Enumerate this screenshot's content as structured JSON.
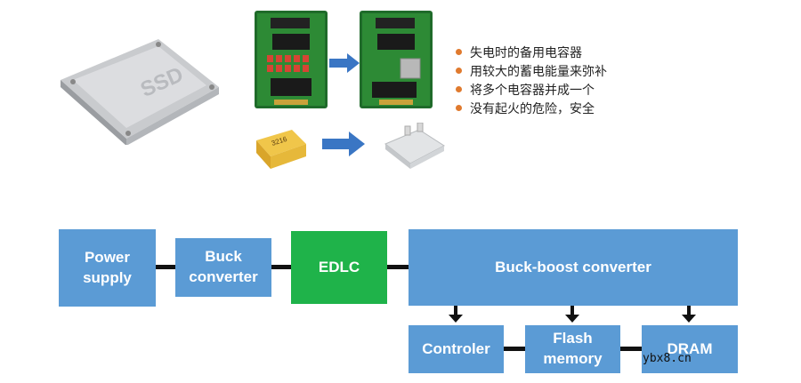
{
  "illustration": {
    "ssd_label": "SSD",
    "cap_label": "3216"
  },
  "bullets": [
    "失电时的备用电容器",
    "用较大的蓄电能量来弥补",
    "将多个电容器并成一个",
    "没有起火的危险，安全"
  ],
  "diagram": {
    "power_supply": [
      "Power",
      "supply"
    ],
    "buck": [
      "Buck",
      "converter"
    ],
    "edlc": "EDLC",
    "buck_boost": "Buck-boost converter",
    "controller": "Controler",
    "flash": [
      "Flash",
      "memory"
    ],
    "dram": "DRAM"
  },
  "watermark": "ybx8.cn",
  "colors": {
    "block_blue": "#5b9bd5",
    "block_green": "#1fb34a",
    "bullet": "#e07a2e",
    "arrow": "#3a76c4"
  }
}
